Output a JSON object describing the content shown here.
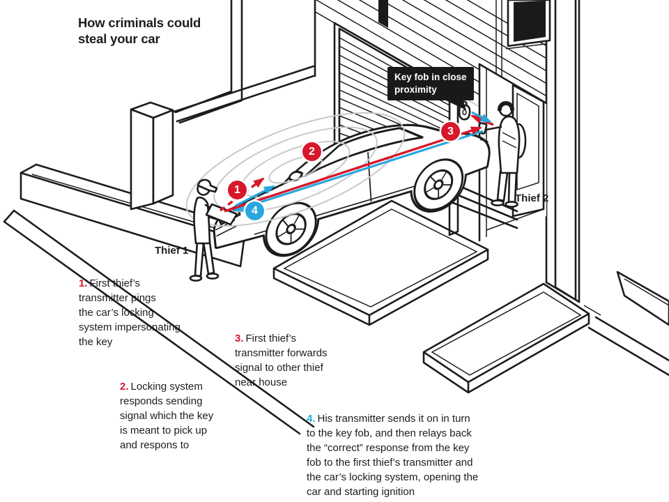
{
  "title": "How criminals could\nsteal your car",
  "callout": {
    "text": "Key fob in close\nproximity"
  },
  "labels": {
    "thief1": "Thief 1",
    "thief2": "Thief 2"
  },
  "steps": [
    {
      "marker": "1",
      "num": "1.",
      "color": "#d7182a",
      "text": "First thief’s\ntransmitter pings\nthe car’s locking\nsystem impersonating\nthe key"
    },
    {
      "marker": "2",
      "num": "2.",
      "color": "#d7182a",
      "text": "Locking system\nresponds sending\nsignal which the key\nis meant to pick up\nand respons to"
    },
    {
      "marker": "3",
      "num": "3.",
      "color": "#d7182a",
      "text": "First thief’s\ntransmitter forwards\nsignal to other thief\nnear house"
    },
    {
      "marker": "4",
      "num": "4.",
      "color": "#29a7de",
      "text": "His transmitter sends it on in turn\nto the key fob, and then relays back\nthe “correct” response from the key\nfob to the first thief’s transmitter and\nthe car’s locking system, opening the\ncar and starting ignition"
    }
  ],
  "colors": {
    "red": "#d7182a",
    "blue": "#29a7de",
    "ink": "#1c1c1c",
    "callout_bg": "#191919"
  }
}
